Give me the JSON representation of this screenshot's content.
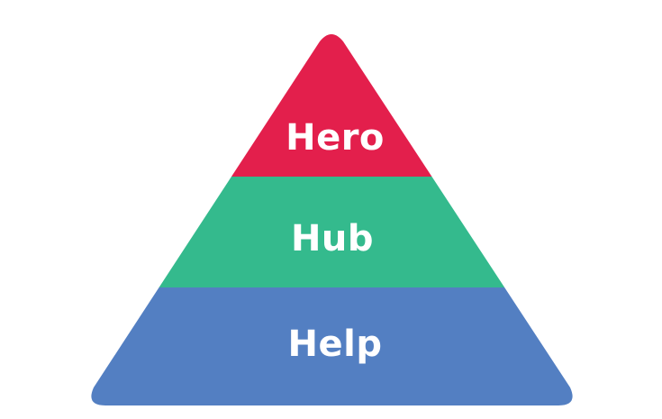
{
  "pyramid": {
    "tiers": [
      {
        "label": "Hero",
        "color": "#e31f4c"
      },
      {
        "label": "Hub",
        "color": "#34ba8d"
      },
      {
        "label": "Help",
        "color": "#537fc2"
      }
    ]
  }
}
